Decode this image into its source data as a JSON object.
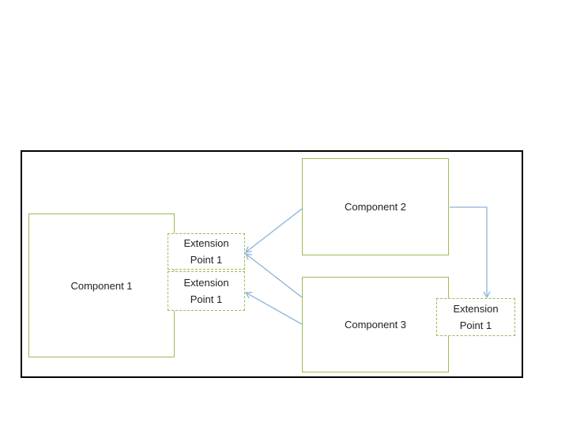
{
  "diagram": {
    "components": [
      {
        "id": "component-1",
        "label": "Component 1"
      },
      {
        "id": "component-2",
        "label": "Component 2"
      },
      {
        "id": "component-3",
        "label": "Component 3"
      }
    ],
    "extension_points": [
      {
        "id": "ext-1a",
        "line1": "Extension",
        "line2": "Point 1"
      },
      {
        "id": "ext-1b",
        "line1": "Extension",
        "line2": "Point 1"
      },
      {
        "id": "ext-3",
        "line1": "Extension",
        "line2": "Point 1"
      }
    ],
    "connections": [
      {
        "from": "component-2",
        "to": "ext-1a"
      },
      {
        "from": "component-3",
        "to": "ext-1a"
      },
      {
        "from": "component-3",
        "to": "ext-1b"
      },
      {
        "from": "component-2",
        "to": "ext-3"
      }
    ],
    "colors": {
      "component_border": "#9bbb59",
      "extension_border": "#9bbb59",
      "arrow": "#8db4d8",
      "frame_border": "#000000"
    }
  }
}
